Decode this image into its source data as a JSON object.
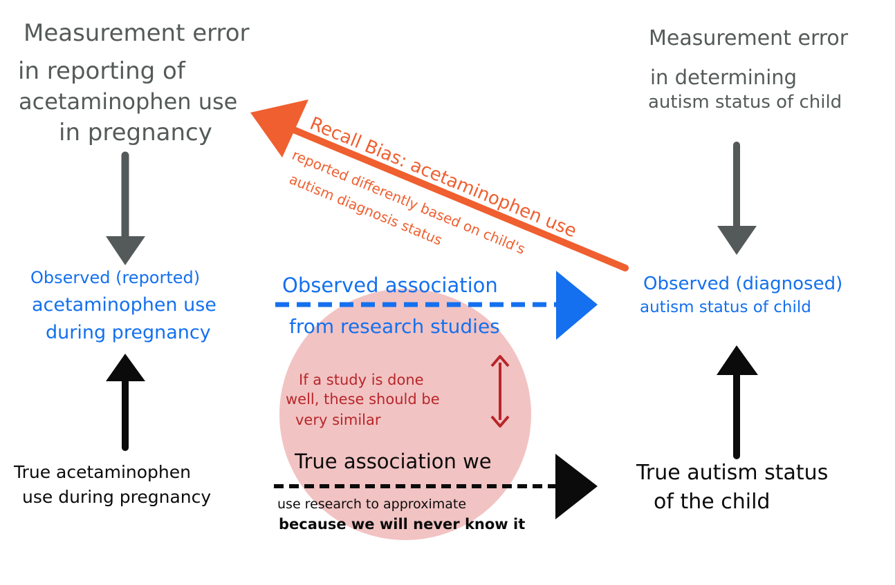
{
  "colors": {
    "gray": "#545a59",
    "blue": "#1470ee",
    "black": "#0b0b0b",
    "orange": "#ef5f30",
    "red": "#b7262a",
    "circle_fill": "#f2c3c3"
  },
  "error_exposure": {
    "line1": "Measurement error",
    "line2": "in reporting of",
    "line3": "acetaminophen use",
    "line4": "in pregnancy"
  },
  "error_outcome": {
    "line1": "Measurement error",
    "line2": "in determining",
    "line3": "autism status of child"
  },
  "observed_exposure": {
    "line1": "Observed (reported)",
    "line2": "acetaminophen use",
    "line3": "during pregnancy"
  },
  "observed_outcome": {
    "line1": "Observed (diagnosed)",
    "line2": "autism status of child"
  },
  "true_exposure": {
    "line1": "True acetaminophen",
    "line2": "use during pregnancy"
  },
  "true_outcome": {
    "line1": "True autism status",
    "line2": "of the child"
  },
  "observed_association": {
    "line1": "Observed association",
    "line2": "from research studies"
  },
  "true_association": {
    "line1": "True association we",
    "line2": "use research to approximate",
    "line3": "because we will never know it"
  },
  "similarity_note": {
    "line1": "If a study is done",
    "line2": "well, these should be",
    "line3": "very similar"
  },
  "recall_bias": {
    "title": "Recall Bias: acetaminophen use",
    "line2": "reported differently based on child's",
    "line3": "autism diagnosis status"
  }
}
